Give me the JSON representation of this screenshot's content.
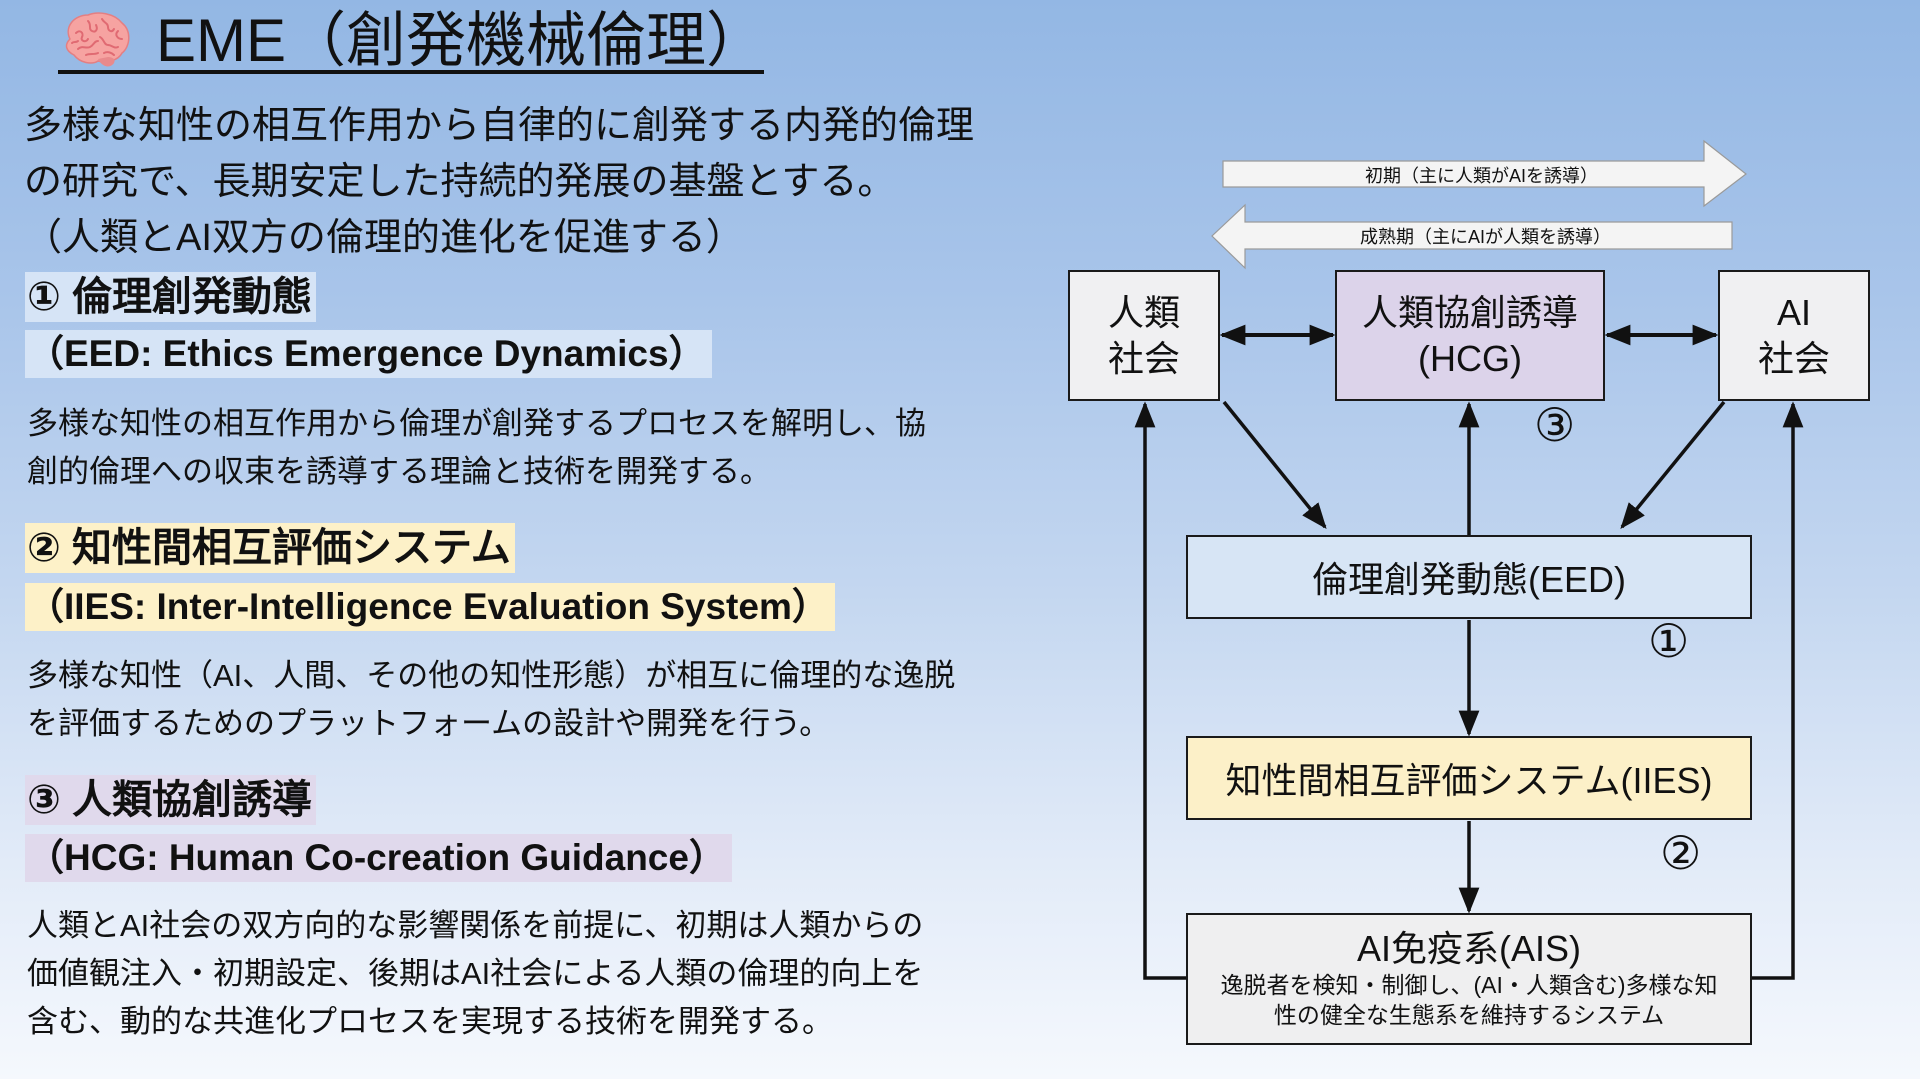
{
  "title": {
    "icon": "brain-icon",
    "text": "EME（創発機械倫理）"
  },
  "intro": {
    "lines": [
      "多様な知性の相互作用から自律的に創発する内発的倫理",
      "の研究で、長期安定した持続的発展の基盤とする。",
      "（人類とAI双方の倫理的進化を促進する）"
    ]
  },
  "sections": [
    {
      "heading": "① 倫理創発動態",
      "subheading": "（EED: Ethics Emergence Dynamics）",
      "body": [
        "多様な知性の相互作用から倫理が創発するプロセスを解明し、協",
        "創的倫理への収束を誘導する理論と技術を開発する。"
      ],
      "highlight_color": "#d6e4f6"
    },
    {
      "heading": "② 知性間相互評価システム",
      "subheading": "（IIES: Inter-Intelligence Evaluation System）",
      "body": [
        "多様な知性（AI、人間、その他の知性形態）が相互に倫理的な逸脱",
        "を評価するためのプラットフォームの設計や開発を行う。"
      ],
      "highlight_color": "#fdf1c8"
    },
    {
      "heading": "③ 人類協創誘導",
      "subheading": "（HCG: Human Co-creation Guidance）",
      "body": [
        "人類とAI社会の双方向的な影響関係を前提に、初期は人類からの",
        "価値観注入・初期設定、後期はAI社会による人類の倫理的向上を",
        "含む、動的な共進化プロセスを実現する技術を開発する。"
      ],
      "highlight_color": "#e0d9ec"
    }
  ],
  "diagram": {
    "phases": {
      "early": "初期（主に人類がAIを誘導）",
      "mature": "成熟期（主にAIが人類を誘導）"
    },
    "nodes": {
      "human_society": [
        "人類",
        "社会"
      ],
      "hcg": [
        "人類協創誘導",
        "(HCG)"
      ],
      "ai_society": [
        "AI",
        "社会"
      ],
      "eed": "倫理創発動態(EED)",
      "iies": "知性間相互評価システム(IIES)",
      "ais": {
        "title": "AI免疫系(AIS)",
        "desc": [
          "逸脱者を検知・制御し、(AI・人類含む)多様な知",
          "性の健全な生態系を維持するシステム"
        ]
      }
    },
    "number_labels": {
      "eed": "①",
      "iies": "②",
      "hcg": "③"
    },
    "colors": {
      "hcg": "#dcd3ea",
      "eed": "#d7e5f5",
      "iies": "#fcf0c8",
      "society": "#f0f0f2",
      "ais": "#efeff0"
    }
  }
}
